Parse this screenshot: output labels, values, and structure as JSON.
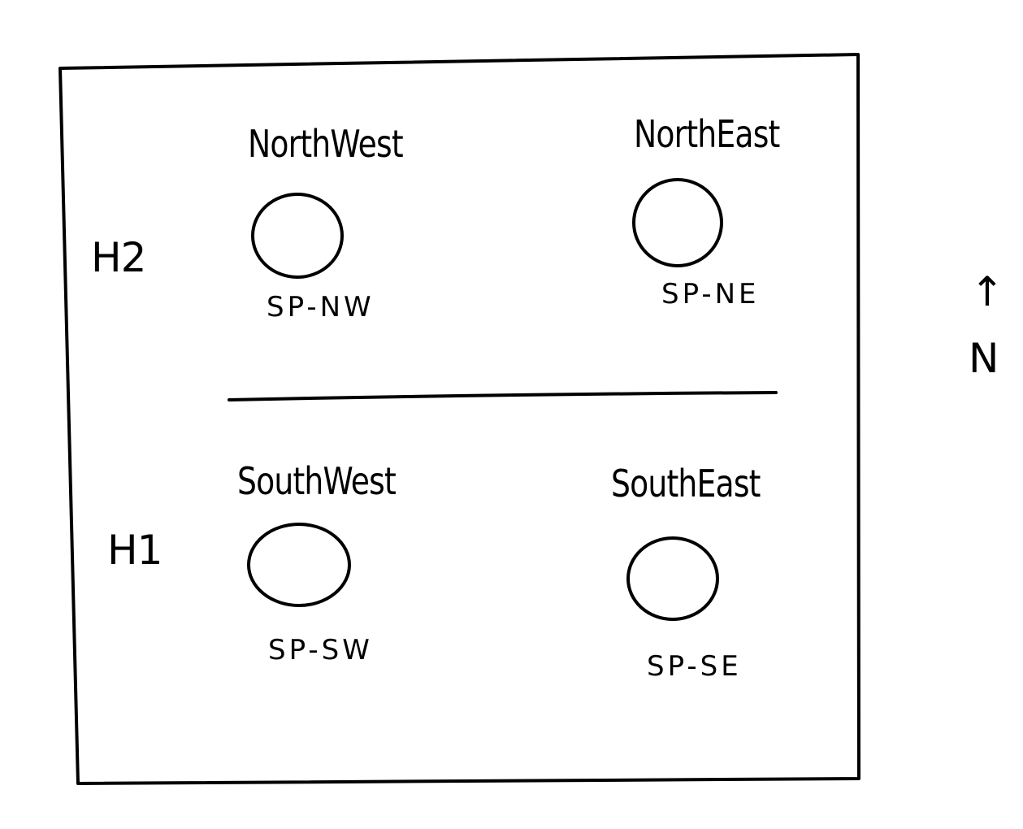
{
  "diagram": {
    "type": "hand-drawn site plan",
    "stroke_color": "#000000",
    "background_color": "#ffffff",
    "halves": [
      {
        "id": "H2",
        "label": "H2",
        "position": "top"
      },
      {
        "id": "H1",
        "label": "H1",
        "position": "bottom"
      }
    ],
    "zones": [
      {
        "name": "NorthWest",
        "point_label": "SP-NW",
        "half": "H2"
      },
      {
        "name": "NorthEast",
        "point_label": "SP-NE",
        "half": "H2"
      },
      {
        "name": "SouthWest",
        "point_label": "SP-SW",
        "half": "H1"
      },
      {
        "name": "SouthEast",
        "point_label": "SP-SE",
        "half": "H1"
      }
    ],
    "compass": {
      "arrow": "↑",
      "label": "N"
    }
  }
}
